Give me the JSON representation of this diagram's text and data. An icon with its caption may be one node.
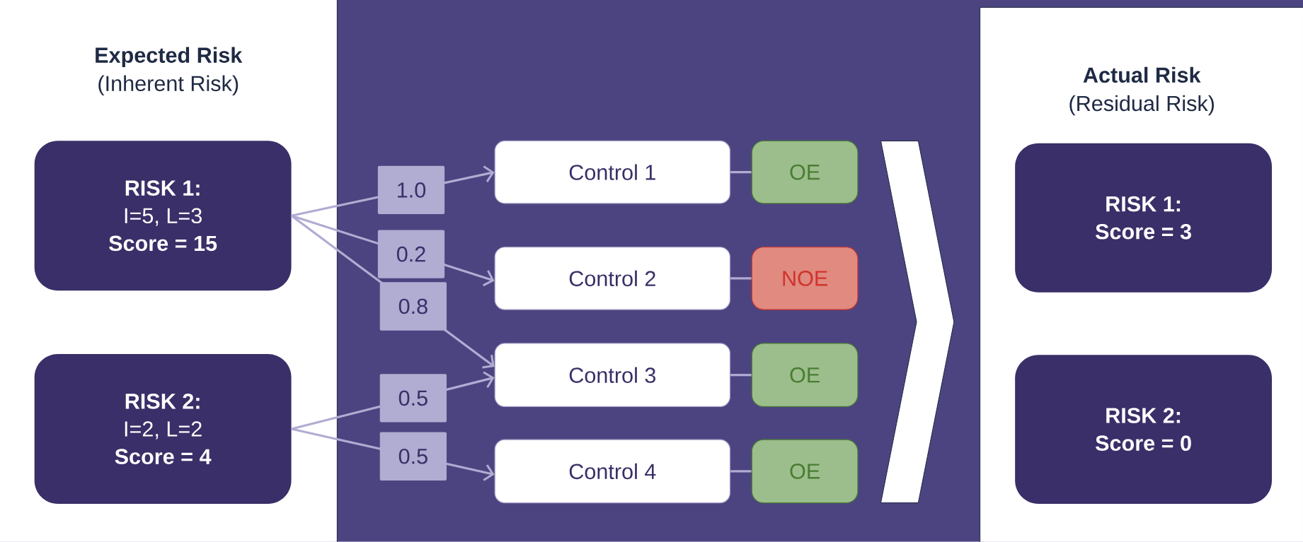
{
  "diagram": {
    "nodes": [
      {
        "text": [
          "Expected Risk",
          "(Inherent Risk)"
        ]
      },
      {
        "text": [
          "RISK 1:",
          "I=5, L=3",
          "Score = 15"
        ],
        "in": 0
      },
      {
        "text": [
          "RISK 2:",
          "I=2, L=2",
          "Score = 4"
        ],
        "in": 0
      },
      {
        "text": [
          "Control 1"
        ]
      },
      {
        "text": [
          "Control 2"
        ]
      },
      {
        "text": [
          "Control 3"
        ]
      },
      {
        "text": [
          "Control 4"
        ]
      },
      {
        "text": [
          "OE"
        ]
      },
      {
        "text": [
          "NOE"
        ]
      },
      {
        "text": [
          "OE"
        ]
      },
      {
        "text": [
          "OE"
        ]
      },
      {
        "text": [],
        "shape": "chevron"
      },
      {
        "text": [
          "Actual Risk",
          "(Residual Risk)"
        ]
      },
      {
        "text": [
          "RISK 1:",
          "Score = 3"
        ],
        "in": 12
      },
      {
        "text": [
          "RISK 2:",
          "Score = 0"
        ],
        "in": 12
      }
    ],
    "edges": [
      {
        "from": 1,
        "to": 3,
        "arrow": "to",
        "label": "1.0"
      },
      {
        "from": 1,
        "to": 4,
        "arrow": "to",
        "label": "0.2"
      },
      {
        "from": 1,
        "to": 5,
        "arrow": "to",
        "label": "0.8"
      },
      {
        "from": 2,
        "to": 5,
        "arrow": "to",
        "label": "0.5"
      },
      {
        "from": 2,
        "to": 6,
        "arrow": "to",
        "label": "0.5"
      },
      {
        "from": 3,
        "to": 7,
        "arrow": "none"
      },
      {
        "from": 4,
        "to": 8,
        "arrow": "none"
      },
      {
        "from": 5,
        "to": 9,
        "arrow": "none"
      },
      {
        "from": 6,
        "to": 10,
        "arrow": "none"
      }
    ]
  }
}
